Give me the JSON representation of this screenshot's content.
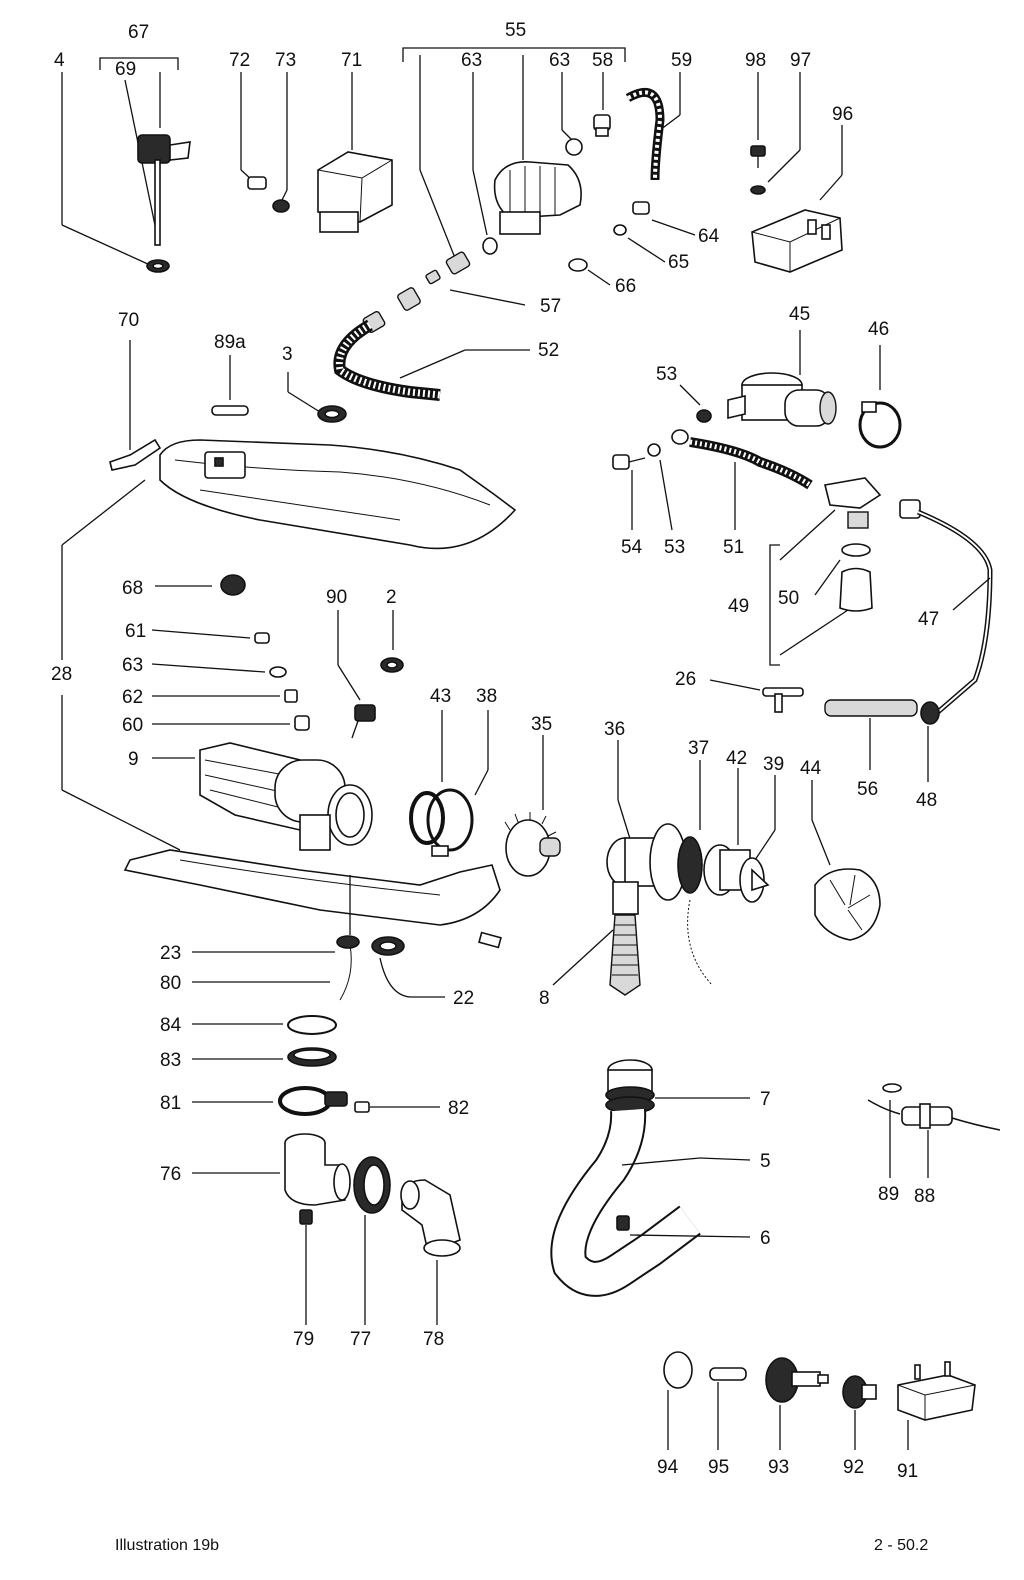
{
  "footer": {
    "illustration_label": "Illustration  19b",
    "page_number": "2 - 50.2"
  },
  "callouts": {
    "c67": "67",
    "c69": "69",
    "c4": "4",
    "c72": "72",
    "c73": "73",
    "c71": "71",
    "c55": "55",
    "c63a": "63",
    "c63b": "63",
    "c58": "58",
    "c59": "59",
    "c98": "98",
    "c97": "97",
    "c96": "96",
    "c64": "64",
    "c65": "65",
    "c66": "66",
    "c57": "57",
    "c52": "52",
    "c70": "70",
    "c89a": "89a",
    "c3": "3",
    "c45": "45",
    "c46": "46",
    "c53a": "53",
    "c53b": "53",
    "c54": "54",
    "c51": "51",
    "c49": "49",
    "c50": "50",
    "c47": "47",
    "c68": "68",
    "c90": "90",
    "c2": "2",
    "c61": "61",
    "c63c": "63",
    "c62": "62",
    "c60": "60",
    "c28": "28",
    "c43": "43",
    "c38": "38",
    "c35": "35",
    "c36": "36",
    "c37": "37",
    "c42": "42",
    "c39": "39",
    "c44": "44",
    "c26": "26",
    "c56": "56",
    "c48": "48",
    "c9": "9",
    "c23": "23",
    "c22": "22",
    "c80": "80",
    "c8": "8",
    "c84": "84",
    "c83": "83",
    "c81": "81",
    "c82": "82",
    "c7": "7",
    "c5": "5",
    "c6": "6",
    "c89": "89",
    "c88": "88",
    "c76": "76",
    "c79": "79",
    "c77": "77",
    "c78": "78",
    "c94": "94",
    "c95": "95",
    "c93": "93",
    "c92": "92",
    "c91": "91"
  }
}
